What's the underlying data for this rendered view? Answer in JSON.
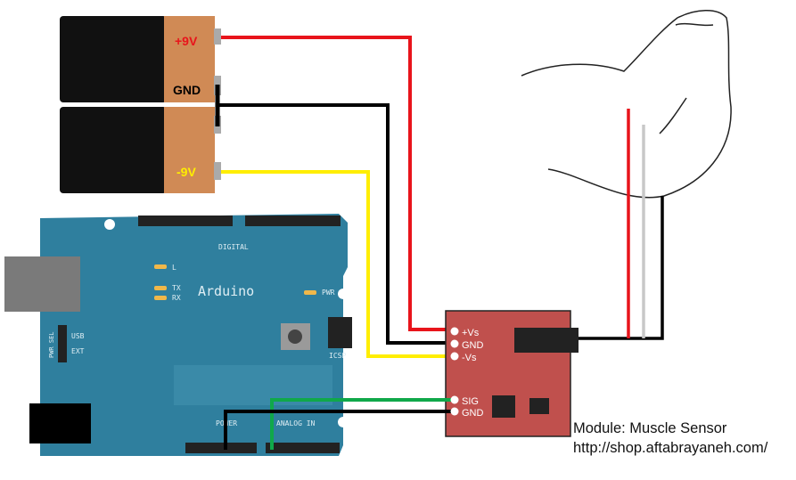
{
  "batteries": {
    "top": {
      "positive_label": "+9V",
      "gnd_label": "GND"
    },
    "bottom": {
      "negative_label": "-9V"
    }
  },
  "arduino": {
    "brand_label": "Arduino",
    "digital_label": "DIGITAL",
    "analog_label": "ANALOG IN",
    "power_label": "POWER",
    "icsp_label": "ICSP",
    "pwr_led_label": "PWR",
    "led_labels": [
      "L",
      "TX",
      "RX"
    ],
    "pwr_sel_label": "PWR SEL",
    "usb_label": "USB",
    "ext_label": "EXT"
  },
  "sensor": {
    "pins": [
      "+Vs",
      "GND",
      "-Vs",
      "SIG",
      "GND"
    ]
  },
  "caption": {
    "module": "Module: Muscle Sensor",
    "url": "http://shop.aftabrayaneh.com/"
  },
  "colors": {
    "board": "#2f7f9e",
    "sensor": "#c0504d",
    "wire_red": "#e8141b",
    "wire_black": "#000000",
    "wire_yellow": "#ffee00",
    "wire_green": "#10a84a",
    "wire_gray": "#c8c8c8"
  }
}
